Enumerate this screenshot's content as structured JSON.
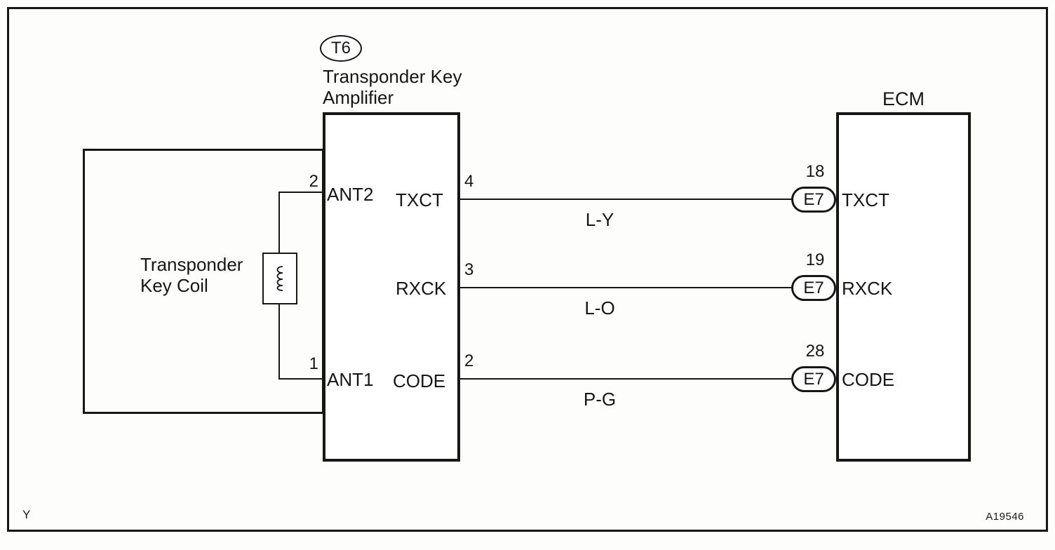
{
  "frame": {
    "corner_label": "Y",
    "figure_number": "A19546"
  },
  "amplifier": {
    "connector_id": "T6",
    "title_line1": "Transponder Key",
    "title_line2": "Amplifier",
    "ant2_pin": "2",
    "ant2_label": "ANT2",
    "ant1_pin": "1",
    "ant1_label": "ANT1"
  },
  "key_coil": {
    "title_line1": "Transponder",
    "title_line2": "Key Coil"
  },
  "ecm": {
    "title": "ECM"
  },
  "wires": [
    {
      "amp_label": "TXCT",
      "amp_pin": "4",
      "wire_color": "L-Y",
      "ecm_pin": "18",
      "connector": "E7",
      "ecm_label": "TXCT"
    },
    {
      "amp_label": "RXCK",
      "amp_pin": "3",
      "wire_color": "L-O",
      "ecm_pin": "19",
      "connector": "E7",
      "ecm_label": "RXCK"
    },
    {
      "amp_label": "CODE",
      "amp_pin": "2",
      "wire_color": "P-G",
      "ecm_pin": "28",
      "connector": "E7",
      "ecm_label": "CODE"
    }
  ]
}
